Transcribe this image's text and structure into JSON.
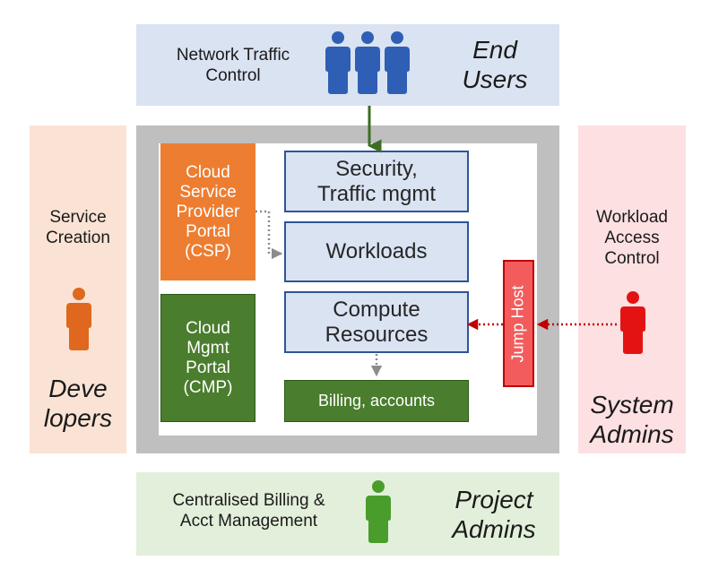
{
  "top": {
    "caption": "Network Traffic\nControl",
    "role": "End\nUsers",
    "icon": "three-users-icon",
    "color": "#2f5fb5"
  },
  "left": {
    "caption": "Service\nCreation",
    "role": "Deve\nlopers",
    "icon": "developer-icon",
    "color": "#e0681e"
  },
  "right": {
    "caption": "Workload\nAccess\nControl",
    "role": "System\nAdmins",
    "icon": "sysadmin-icon",
    "color": "#e41313"
  },
  "bottom": {
    "caption": "Centralised Billing &\nAcct Management",
    "role": "Project\nAdmins",
    "icon": "project-admin-icon",
    "color": "#4a9d2c"
  },
  "portals": {
    "csp": "Cloud\nService\nProvider\nPortal\n(CSP)",
    "cmp": "Cloud\nMgmt\nPortal\n(CMP)"
  },
  "systems": {
    "security": "Security,\nTraffic mgmt",
    "workloads": "Workloads",
    "compute": "Compute\nResources",
    "billing": "Billing, accounts"
  },
  "jump_host": "Jump Host"
}
